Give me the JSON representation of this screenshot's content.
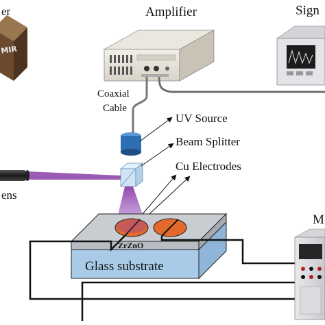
{
  "labels": {
    "amplifier": "Amplifier",
    "signal_partial": "Sign",
    "laser_partial": "er",
    "laser_box_text": "MIR",
    "coaxial_line1": "Coaxial",
    "coaxial_line2": "Cable",
    "uv_source": "UV Source",
    "beam_splitter": "Beam Splitter",
    "cu_electrodes": "Cu Electrodes",
    "lens_partial": "ens",
    "film_label": "ZrZnO",
    "substrate_label": "Glass substrate",
    "meter_partial": "M"
  },
  "colors": {
    "substrate_fill": "#a9cbe8",
    "film_fill": "#c9ccd1",
    "electrode_fill": "#e46a2b",
    "uv_beam": "#8a3fa8",
    "uv_source_body": "#2e6fb3",
    "wire": "#111111",
    "laser_box": "#6b4a2e"
  }
}
